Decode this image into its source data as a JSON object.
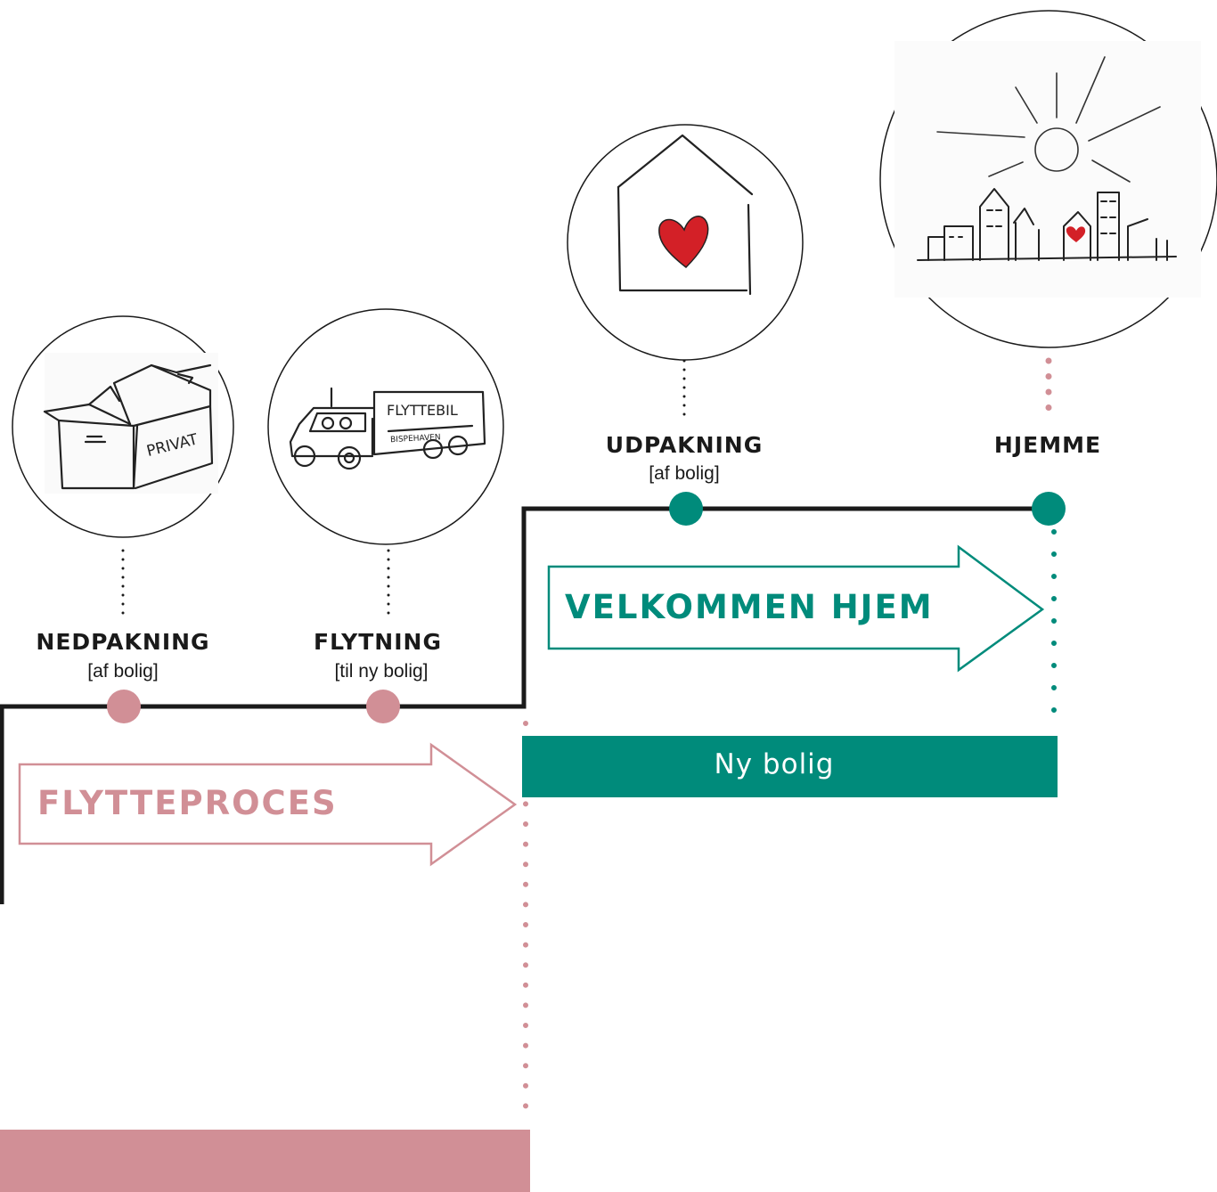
{
  "steps": [
    {
      "title": "NEDPAKNING",
      "subtitle": "[af bolig]",
      "icon": "moving-box-icon"
    },
    {
      "title": "FLYTNING",
      "subtitle": "[til ny bolig]",
      "icon": "moving-truck-icon"
    },
    {
      "title": "UDPAKNING",
      "subtitle": "[af bolig]",
      "icon": "house-heart-icon"
    },
    {
      "title": "HJEMME",
      "subtitle": "",
      "icon": "town-sun-icon"
    }
  ],
  "sketch_text": {
    "box": "PRIVAT",
    "truck": "FLYTTEBIL",
    "truck_sub": "BISPEHAVEN"
  },
  "arrows": {
    "process": "FLYTTEPROCES",
    "welcome": "VELKOMMEN HJEM"
  },
  "bars": {
    "new_home": "Ny bolig"
  },
  "colors": {
    "rose": "#D18F96",
    "teal": "#008B7B",
    "line": "#1a1a1a"
  }
}
